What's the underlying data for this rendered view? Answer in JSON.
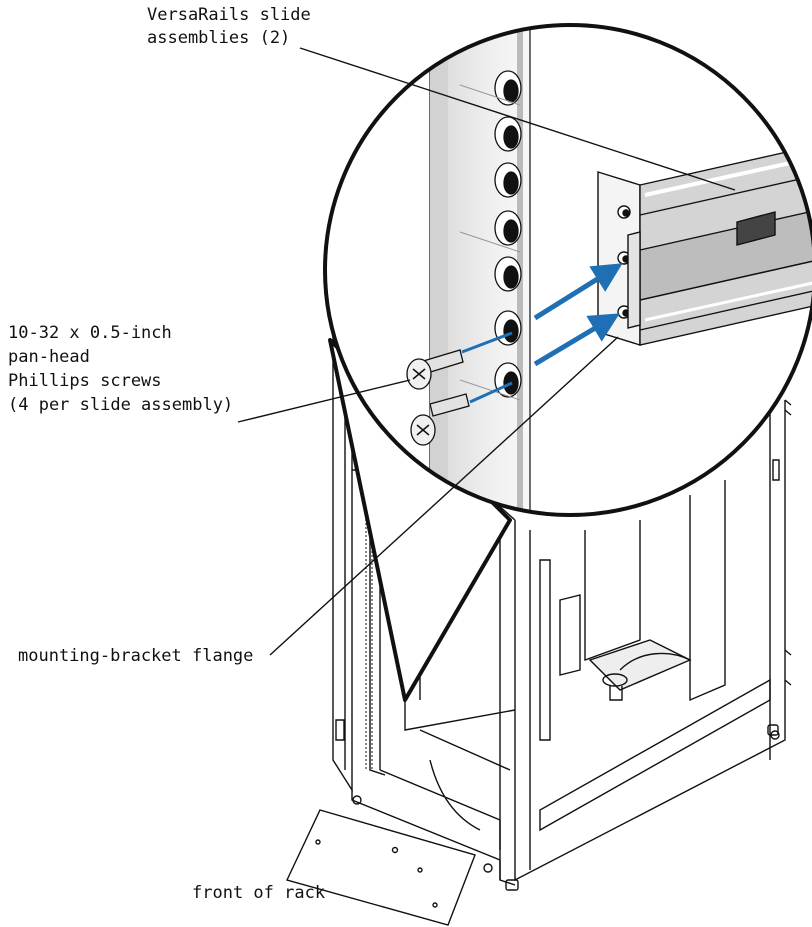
{
  "callouts": {
    "slide_assemblies": {
      "line1": "VersaRails slide",
      "line2": "assemblies (2)"
    },
    "screws": {
      "line1": "10-32 x 0.5-inch",
      "line2": "pan-head",
      "line3": "Phillips screws",
      "line4": "(4 per slide assembly)"
    },
    "flange": {
      "line1": "mounting-bracket flange"
    },
    "front": {
      "line1": "front of rack"
    }
  },
  "colors": {
    "ink": "#111111",
    "arrow_blue": "#1f6fb4",
    "panel_gray": "#e6e6e6",
    "rail_gray": "#c9c9c9"
  }
}
